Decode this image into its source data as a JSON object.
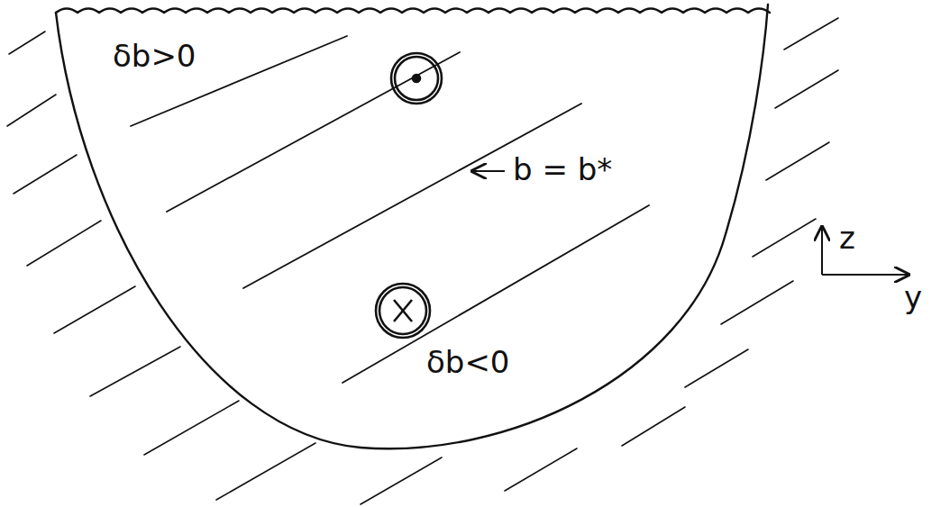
{
  "diagram": {
    "labels": [
      "δb>0",
      "b = b*",
      "δb<0",
      "z",
      "y"
    ]
  }
}
